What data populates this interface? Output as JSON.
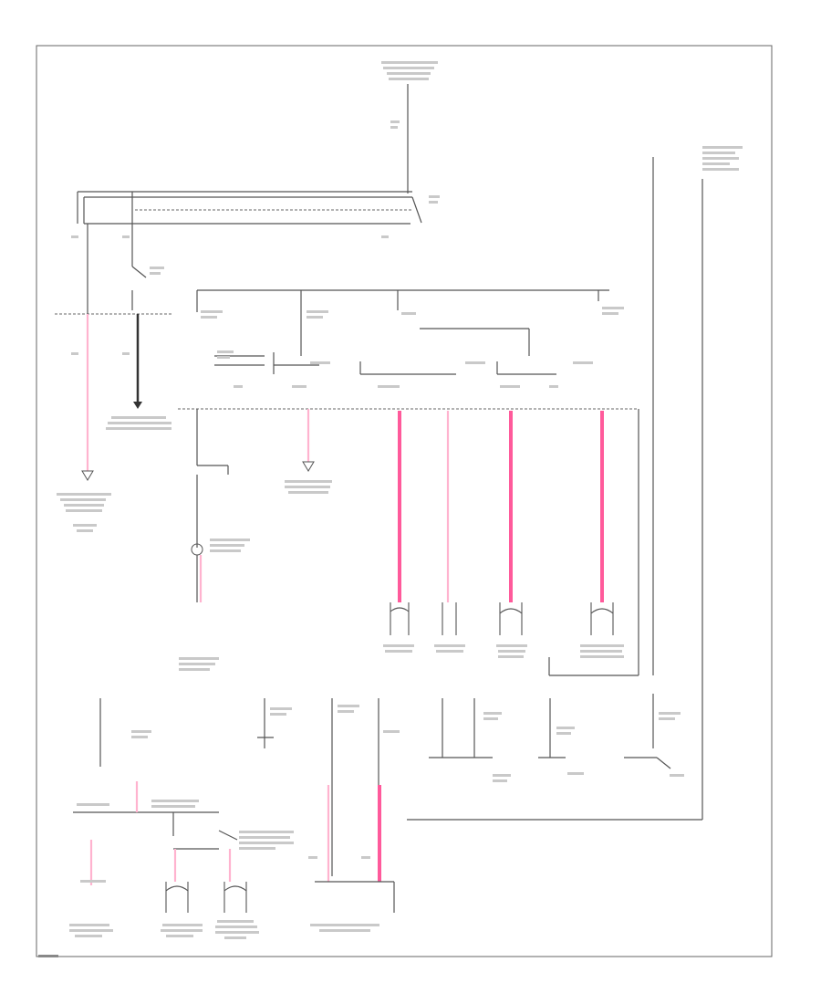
{
  "diagram": {
    "labels": {
      "top_source": "",
      "right_note": "",
      "footer_code": ""
    },
    "components": [
      {
        "id": "headlamp-switch",
        "name": ""
      },
      {
        "id": "fuse-relay-center",
        "name": ""
      },
      {
        "id": "ground-left",
        "name": ""
      },
      {
        "id": "ground-mid",
        "name": ""
      },
      {
        "id": "connector-1",
        "name": ""
      },
      {
        "id": "connector-2",
        "name": ""
      },
      {
        "id": "connector-3",
        "name": ""
      },
      {
        "id": "connector-4",
        "name": ""
      },
      {
        "id": "bottom-left-connector",
        "name": ""
      },
      {
        "id": "bottom-mid-connector",
        "name": ""
      },
      {
        "id": "bottom-right-connector",
        "name": ""
      },
      {
        "id": "bottom-center-junction",
        "name": ""
      }
    ]
  }
}
